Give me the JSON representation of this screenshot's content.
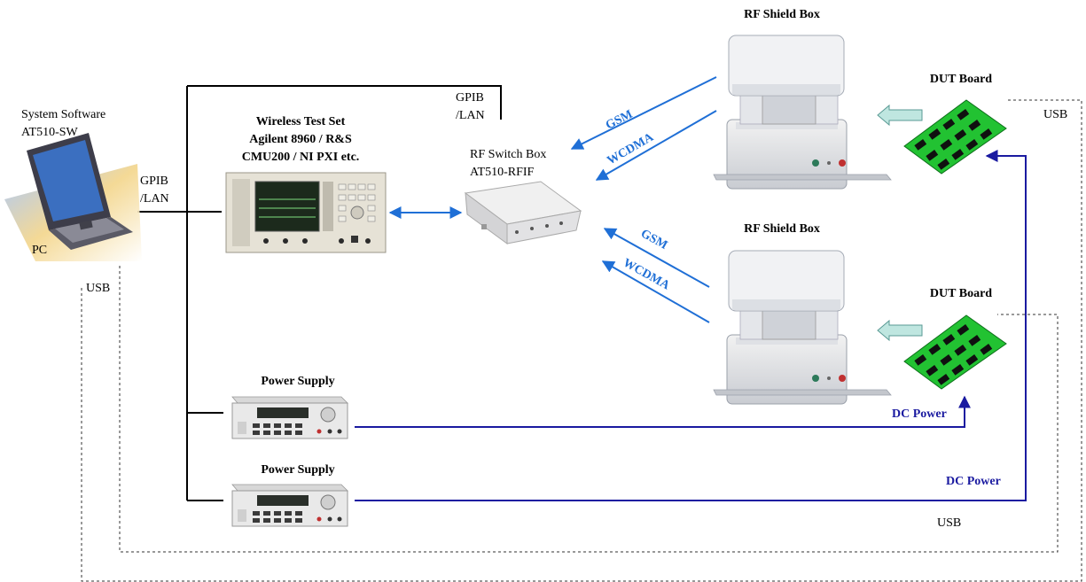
{
  "labels": {
    "system_software": "System Software",
    "system_software_model": "AT510-SW",
    "pc": "PC",
    "gpib_lan_pc_line1": "GPIB",
    "gpib_lan_pc_line2": "/LAN",
    "wireless_line1": "Wireless Test Set",
    "wireless_line2": "Agilent 8960 / R&S",
    "wireless_line3": "CMU200 / NI PXI etc.",
    "gpib_lan_top_line1": "GPIB",
    "gpib_lan_top_line2": "/LAN",
    "rf_switch_line1": "RF Switch Box",
    "rf_switch_line2": "AT510-RFIF",
    "rf_shield_top": "RF Shield Box",
    "rf_shield_bottom": "RF Shield Box",
    "dut_top": "DUT Board",
    "dut_bottom": "DUT Board",
    "usb_pc": "USB",
    "usb_right": "USB",
    "usb_bottom": "USB",
    "gsm_top": "GSM",
    "wcdma_top": "WCDMA",
    "gsm_bottom": "GSM",
    "wcdma_bottom": "WCDMA",
    "power_supply_1": "Power Supply",
    "power_supply_2": "Power Supply",
    "dc_power_1": "DC Power",
    "dc_power_2": "DC Power"
  },
  "colors": {
    "line": "#000000",
    "power_line": "#1a1aa0",
    "rf_arrow": "#1f6fd6",
    "rf_label": "#1f6fd6",
    "dc_label": "#1a1aa0",
    "pcb": "#22c232",
    "chip": "#101010",
    "feed_arrow": "#bfe6e0"
  },
  "icons": {
    "pc": "laptop-icon",
    "test_set": "wireless-test-set-icon",
    "switch_box": "rf-switch-box-icon",
    "shield_box": "rf-shield-box-icon",
    "dut": "dut-board-icon",
    "power_supply": "power-supply-icon"
  }
}
